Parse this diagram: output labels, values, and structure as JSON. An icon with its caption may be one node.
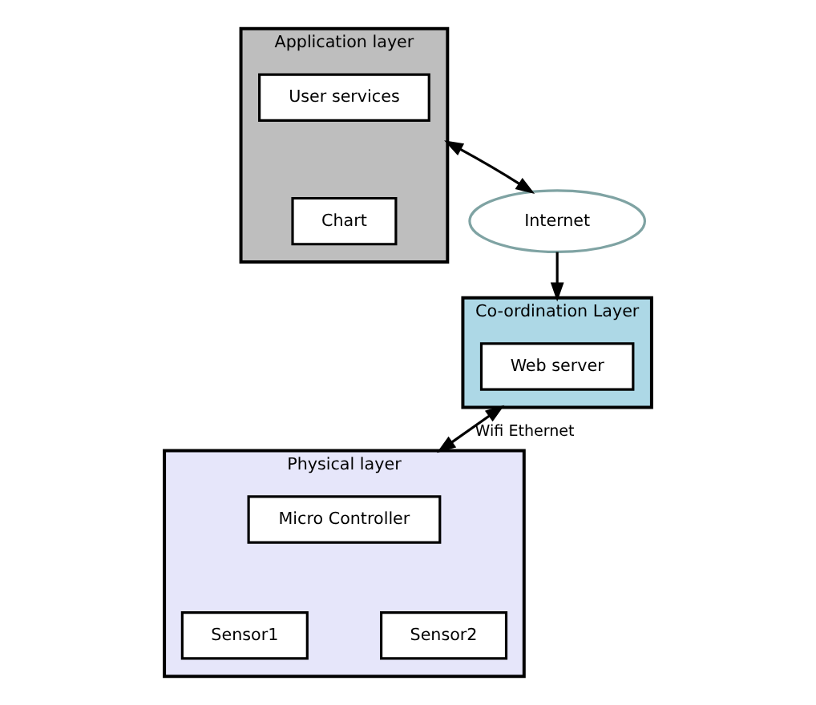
{
  "diagram": {
    "nodes": [
      {
        "text": [
          "Application layer"
        ]
      },
      {
        "text": [
          "User services"
        ],
        "in": 0
      },
      {
        "text": [
          "Chart"
        ],
        "in": 0
      },
      {
        "text": [
          "Internet"
        ]
      },
      {
        "text": [
          "Co-ordination Layer"
        ]
      },
      {
        "text": [
          "Web server"
        ],
        "in": 4
      },
      {
        "text": [
          "Physical layer"
        ]
      },
      {
        "text": [
          "Micro Controller"
        ],
        "in": 6
      },
      {
        "text": [
          "Sensor1"
        ],
        "in": 6
      },
      {
        "text": [
          "Sensor2"
        ],
        "in": 6
      }
    ],
    "edges": [
      {
        "from": 0,
        "to": 3,
        "arrow": "both"
      },
      {
        "from": 3,
        "to": 4,
        "arrow": "to"
      },
      {
        "from": 6,
        "to": 4,
        "arrow": "both",
        "label": "Wifi Ethernet"
      }
    ]
  }
}
